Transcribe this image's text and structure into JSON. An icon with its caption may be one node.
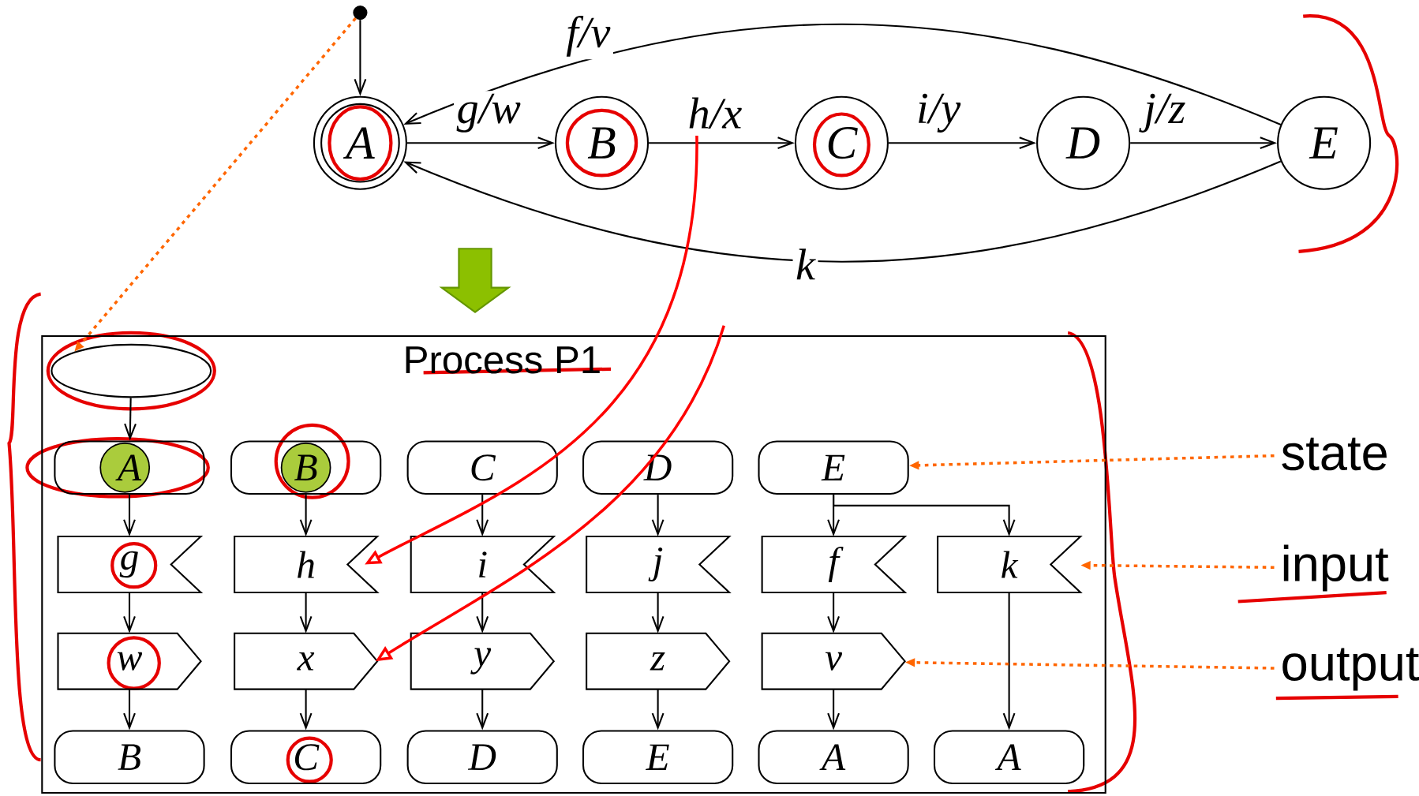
{
  "diagram": {
    "nodes": [
      {
        "text": [],
        "shape": "circle"
      },
      {
        "text": [
          "A"
        ]
      },
      {
        "text": [
          "B"
        ]
      },
      {
        "text": [
          "C"
        ]
      },
      {
        "text": [
          "D"
        ]
      },
      {
        "text": [
          "E"
        ]
      },
      {
        "text": [
          "Process P1"
        ]
      },
      {
        "text": [],
        "shape": "ellipse",
        "in": 6
      },
      {
        "text": [
          "A"
        ],
        "in": 6
      },
      {
        "text": [
          "B"
        ],
        "in": 6
      },
      {
        "text": [
          "C"
        ],
        "in": 6
      },
      {
        "text": [
          "D"
        ],
        "in": 6
      },
      {
        "text": [
          "E"
        ],
        "in": 6
      },
      {
        "text": [
          "g"
        ],
        "in": 6
      },
      {
        "text": [
          "h"
        ],
        "in": 6
      },
      {
        "text": [
          "i"
        ],
        "in": 6
      },
      {
        "text": [
          "j"
        ],
        "in": 6
      },
      {
        "text": [
          "f"
        ],
        "in": 6
      },
      {
        "text": [
          "k"
        ],
        "in": 6
      },
      {
        "text": [
          "w"
        ],
        "in": 6
      },
      {
        "text": [
          "x"
        ],
        "in": 6
      },
      {
        "text": [
          "y"
        ],
        "in": 6
      },
      {
        "text": [
          "z"
        ],
        "in": 6
      },
      {
        "text": [
          "v"
        ],
        "in": 6
      },
      {
        "text": [
          "B"
        ],
        "in": 6
      },
      {
        "text": [
          "C"
        ],
        "in": 6
      },
      {
        "text": [
          "D"
        ],
        "in": 6
      },
      {
        "text": [
          "E"
        ],
        "in": 6
      },
      {
        "text": [
          "A"
        ],
        "in": 6
      },
      {
        "text": [
          "A"
        ],
        "in": 6
      },
      {
        "text": [
          "state"
        ]
      },
      {
        "text": [
          "input"
        ]
      },
      {
        "text": [
          "output"
        ]
      }
    ],
    "edges": [
      {
        "from": 0,
        "to": 1,
        "arrow": "to"
      },
      {
        "from": 1,
        "to": 2,
        "arrow": "to",
        "label": "g/w"
      },
      {
        "from": 2,
        "to": 3,
        "arrow": "to",
        "label": "h/x"
      },
      {
        "from": 3,
        "to": 4,
        "arrow": "to",
        "label": "i/y"
      },
      {
        "from": 4,
        "to": 5,
        "arrow": "to",
        "label": "j/z"
      },
      {
        "from": 5,
        "to": 1,
        "arrow": "to",
        "label": "f/v"
      },
      {
        "from": 5,
        "to": 1,
        "arrow": "to",
        "label": "k"
      },
      {
        "from": 0,
        "to": 7,
        "arrow": "to",
        "style": "dashed",
        "color": "#ff6600"
      },
      {
        "from": 7,
        "to": 8,
        "arrow": "to"
      },
      {
        "from": 8,
        "to": 13,
        "arrow": "to"
      },
      {
        "from": 13,
        "to": 19,
        "arrow": "to"
      },
      {
        "from": 19,
        "to": 24,
        "arrow": "to"
      },
      {
        "from": 9,
        "to": 14,
        "arrow": "to"
      },
      {
        "from": 14,
        "to": 20,
        "arrow": "to"
      },
      {
        "from": 20,
        "to": 25,
        "arrow": "to"
      },
      {
        "from": 10,
        "to": 15,
        "arrow": "to"
      },
      {
        "from": 15,
        "to": 21,
        "arrow": "to"
      },
      {
        "from": 21,
        "to": 26,
        "arrow": "to"
      },
      {
        "from": 11,
        "to": 16,
        "arrow": "to"
      },
      {
        "from": 16,
        "to": 22,
        "arrow": "to"
      },
      {
        "from": 22,
        "to": 27,
        "arrow": "to"
      },
      {
        "from": 12,
        "to": 17,
        "arrow": "to"
      },
      {
        "from": 17,
        "to": 23,
        "arrow": "to"
      },
      {
        "from": 23,
        "to": 28,
        "arrow": "to"
      },
      {
        "from": 12,
        "to": 18,
        "arrow": "to"
      },
      {
        "from": 18,
        "to": 29,
        "arrow": "to"
      },
      {
        "from": 30,
        "to": 12,
        "arrow": "to",
        "style": "dashed",
        "color": "#ff6600"
      },
      {
        "from": 31,
        "to": 18,
        "arrow": "to",
        "style": "dashed",
        "color": "#ff6600"
      },
      {
        "from": 32,
        "to": 23,
        "arrow": "to",
        "style": "dashed",
        "color": "#ff6600"
      },
      {
        "from": null,
        "to": 14,
        "arrow": "to",
        "color": "#ff0000"
      },
      {
        "from": null,
        "to": 20,
        "arrow": "to",
        "color": "#ff0000"
      }
    ]
  }
}
